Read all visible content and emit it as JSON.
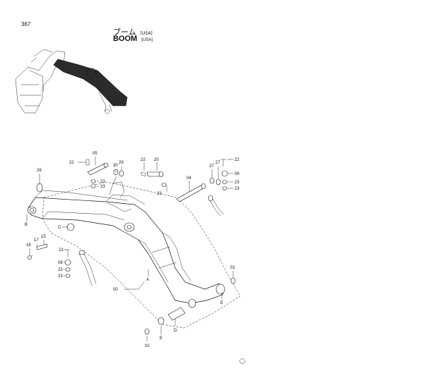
{
  "header": {
    "page_number": "367",
    "title_jp": "ブーム",
    "title_en": "BOOM",
    "region_tag": "[USA]"
  },
  "callouts": {
    "c05": "05",
    "c22a": "22",
    "c30": "30",
    "c29": "29",
    "c23a": "23",
    "c23b": "23",
    "c26": "26",
    "c22b": "22",
    "c20": "20",
    "c23c": "23",
    "c04": "04",
    "c27a": "27",
    "c27b": "27",
    "c22c": "22",
    "c08a": "08",
    "c23d": "23",
    "c23e": "23",
    "c17": "17",
    "c15": "15",
    "c16": "16",
    "c22d": "22",
    "c08b": "08",
    "c23f": "23",
    "c23g": "23",
    "c00": "00",
    "c02a": "02",
    "c02b": "02",
    "lA": "A",
    "lB": "B",
    "lC": "C",
    "lD": "D",
    "lE1": "E",
    "lE2": "E"
  },
  "footer": {
    "mark": "⑨"
  }
}
